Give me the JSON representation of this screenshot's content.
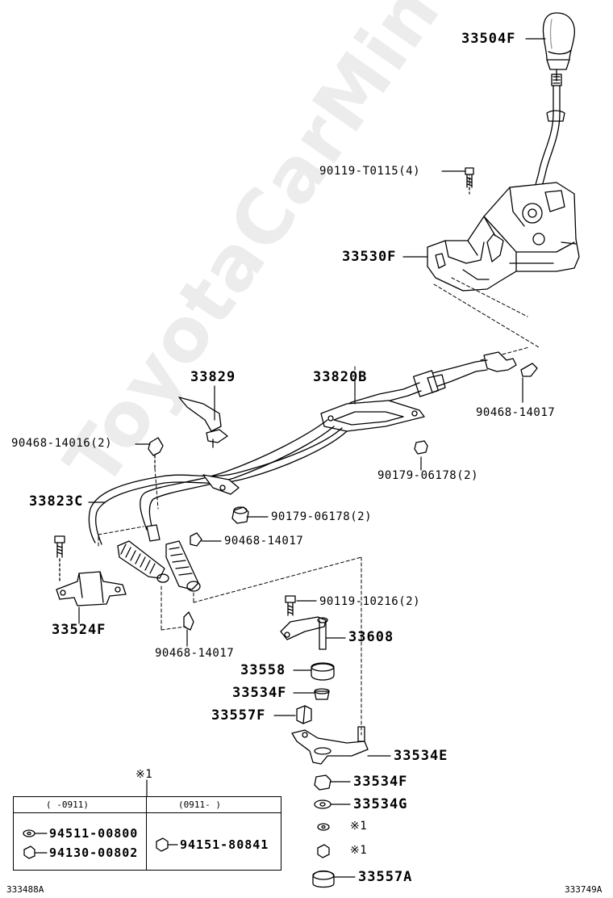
{
  "watermark": "ToyotaCarMine.ru",
  "labels": {
    "p33504F": "33504F",
    "p90119_T0115": "90119-T0115(4)",
    "p33530F": "33530F",
    "p33829": "33829",
    "p33820B": "33820B",
    "p90468_14017_a": "90468-14017",
    "p90468_14016": "90468-14016(2)",
    "p90179_06178_a": "90179-06178(2)",
    "p33823C": "33823C",
    "p90179_06178_b": "90179-06178(2)",
    "p90468_14017_b": "90468-14017",
    "p90119_10216": "90119-10216(2)",
    "p33524F": "33524F",
    "p33608": "33608",
    "p90468_14017_c": "90468-14017",
    "p33558": "33558",
    "p33534F_a": "33534F",
    "p33557F": "33557F",
    "p33534E": "33534E",
    "p33534F_b": "33534F",
    "p33534G": "33534G",
    "p_note1_a": "※1",
    "p_note1_b": "※1",
    "p33557A": "33557A"
  },
  "table": {
    "note": "※1",
    "col1_header": "(  -0911)",
    "col2_header": "(0911-   )",
    "col1_rows": [
      "94511-00800",
      "94130-00802"
    ],
    "col2_rows": [
      "94151-80841"
    ]
  },
  "footer": {
    "left_code": "333488A",
    "right_code": "333749A"
  }
}
